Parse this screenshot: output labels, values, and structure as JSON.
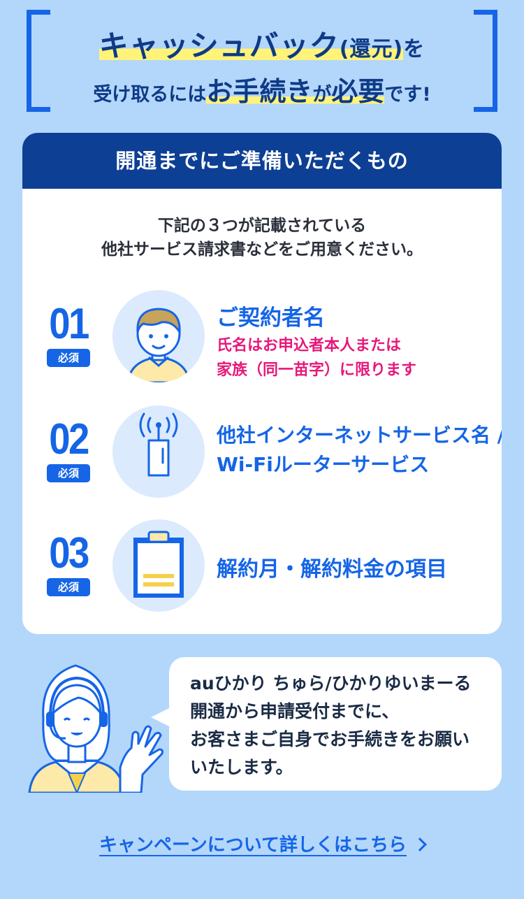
{
  "header": {
    "line1_a": "キャッシュバック",
    "line1_b": "(還元)",
    "line1_c": "を",
    "line2_a": "受け取るには",
    "line2_b": "お手続き",
    "line2_c": "が",
    "line2_d": "必要",
    "line2_e": "です!"
  },
  "card": {
    "title": "開通までにご準備いただくもの",
    "intro_line1": "下記の３つが記載されている",
    "intro_line2": "他社サービス請求書などをご用意ください。",
    "items": [
      {
        "number": "01",
        "badge": "必須",
        "icon": "person-icon",
        "title": "ご契約者名",
        "sub_line1": "氏名はお申込者本人または",
        "sub_line2": "家族（同一苗字）に限ります"
      },
      {
        "number": "02",
        "badge": "必須",
        "icon": "router-icon",
        "title_line1": "他社インターネットサービス名 /",
        "title_line2": "Wi-Fiルーターサービス"
      },
      {
        "number": "03",
        "badge": "必須",
        "icon": "clipboard-icon",
        "title": "解約月・解約料金の項目"
      }
    ]
  },
  "bubble": {
    "line1": "auひかり ちゅら/ひかりゆいまーる",
    "line2": "開通から申請受付までに、",
    "line3": "お客さまご自身でお手続きをお願い",
    "line4": "いたします。"
  },
  "link": {
    "label": "キャンペーンについて詳しくはこちら"
  },
  "colors": {
    "background": "#b3d6fb",
    "accent_blue": "#1565e6",
    "navy": "#0d3f94",
    "pink": "#e6187a",
    "highlight_yellow": "#fff37a"
  }
}
